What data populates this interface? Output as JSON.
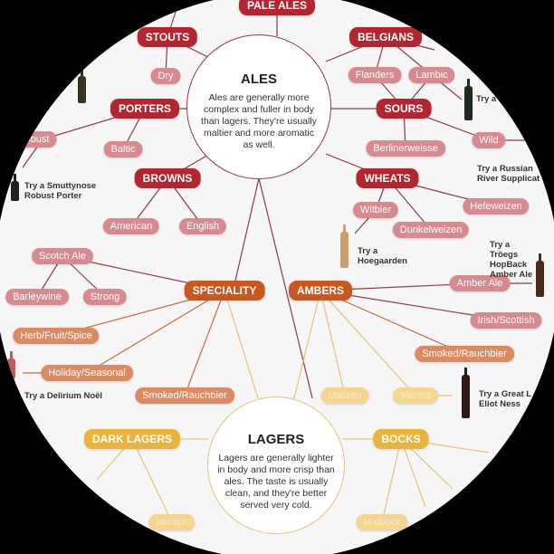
{
  "ales": {
    "title": "ALES",
    "description": "Ales are generally more complex and fuller in body than lagers. They're usually maltier and more aromatic as well."
  },
  "lagers": {
    "title": "LAGERS",
    "description": "Lagers are generally lighter in body and more crisp than ales. The taste is usually clean, and they're better served very cold."
  },
  "categories": {
    "pale_ales": "PALE ALES",
    "stouts": "STOUTS",
    "belgians": "BELGIANS",
    "porters": "PORTERS",
    "sours": "SOURS",
    "browns": "BROWNS",
    "wheats": "WHEATS",
    "speciality": "SPECIALITY",
    "ambers": "AMBERS",
    "dark_lagers": "DARK LAGERS",
    "bocks": "BOCKS"
  },
  "styles": {
    "dry": "Dry",
    "flanders": "Flanders",
    "lambic": "Lambic",
    "baltic": "Baltic",
    "robust": "Robust",
    "berlinerweisse": "Berlinerweisse",
    "wild": "Wild",
    "american": "American",
    "english": "English",
    "witbier": "Witbier",
    "dunkelweizen": "Dunkelweizen",
    "hefeweizen": "Hefeweizen",
    "scotch_ale": "Scotch Ale",
    "barleywine": "Barleywine",
    "strong": "Strong",
    "herb": "Herb/Fruit/Spice",
    "holiday": "Holiday/Seasonal",
    "smoked_left": "Smoked/Rauchbier",
    "smoked_right": "Smoked/Rauchbier",
    "amber_ale": "Amber Ale",
    "irish": "Irish/Scottish",
    "marzen": "Marzen",
    "vienna": "Vienna",
    "munich": "Munich",
    "maibock": "Maibock"
  },
  "suggestions": {
    "lambic": "Try a",
    "smuttynose": "Try a Smuttynose Robust Porter",
    "russian": "Try a Russian River Supplicat",
    "hoegaarden": "Try a Hoegaarden",
    "troegs": "Try a Tröegs HopBack Amber Ale",
    "delirium": "Try a Delirium Noël",
    "great_lakes": "Try a Great L Eliot Ness"
  },
  "colors": {
    "ale": "#b3252f",
    "ale_light": "#d78a8f",
    "speciality": "#c9581f",
    "lager": "#ebb43a",
    "lager_light": "#f6d58e"
  }
}
